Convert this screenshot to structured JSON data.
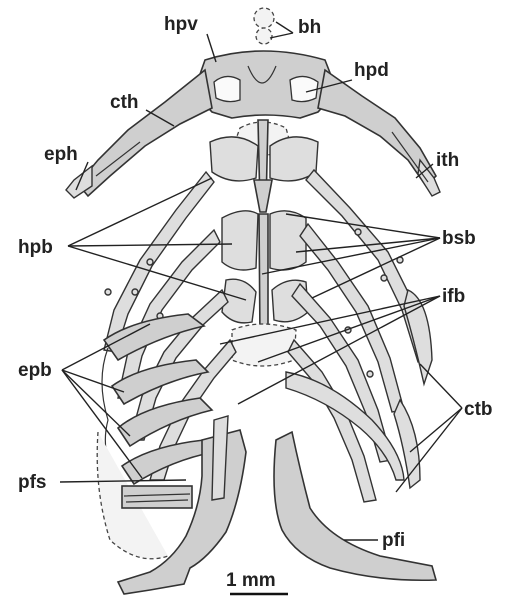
{
  "labels": {
    "bh": "bh",
    "hpv": "hpv",
    "hpd": "hpd",
    "cth": "cth",
    "eph": "eph",
    "ith": "ith",
    "hpb": "hpb",
    "bsb": "bsb",
    "ifb": "ifb",
    "epb": "epb",
    "ctb": "ctb",
    "pfs": "pfs",
    "pfi": "pfi"
  },
  "scale_bar": {
    "label": "1 mm"
  }
}
